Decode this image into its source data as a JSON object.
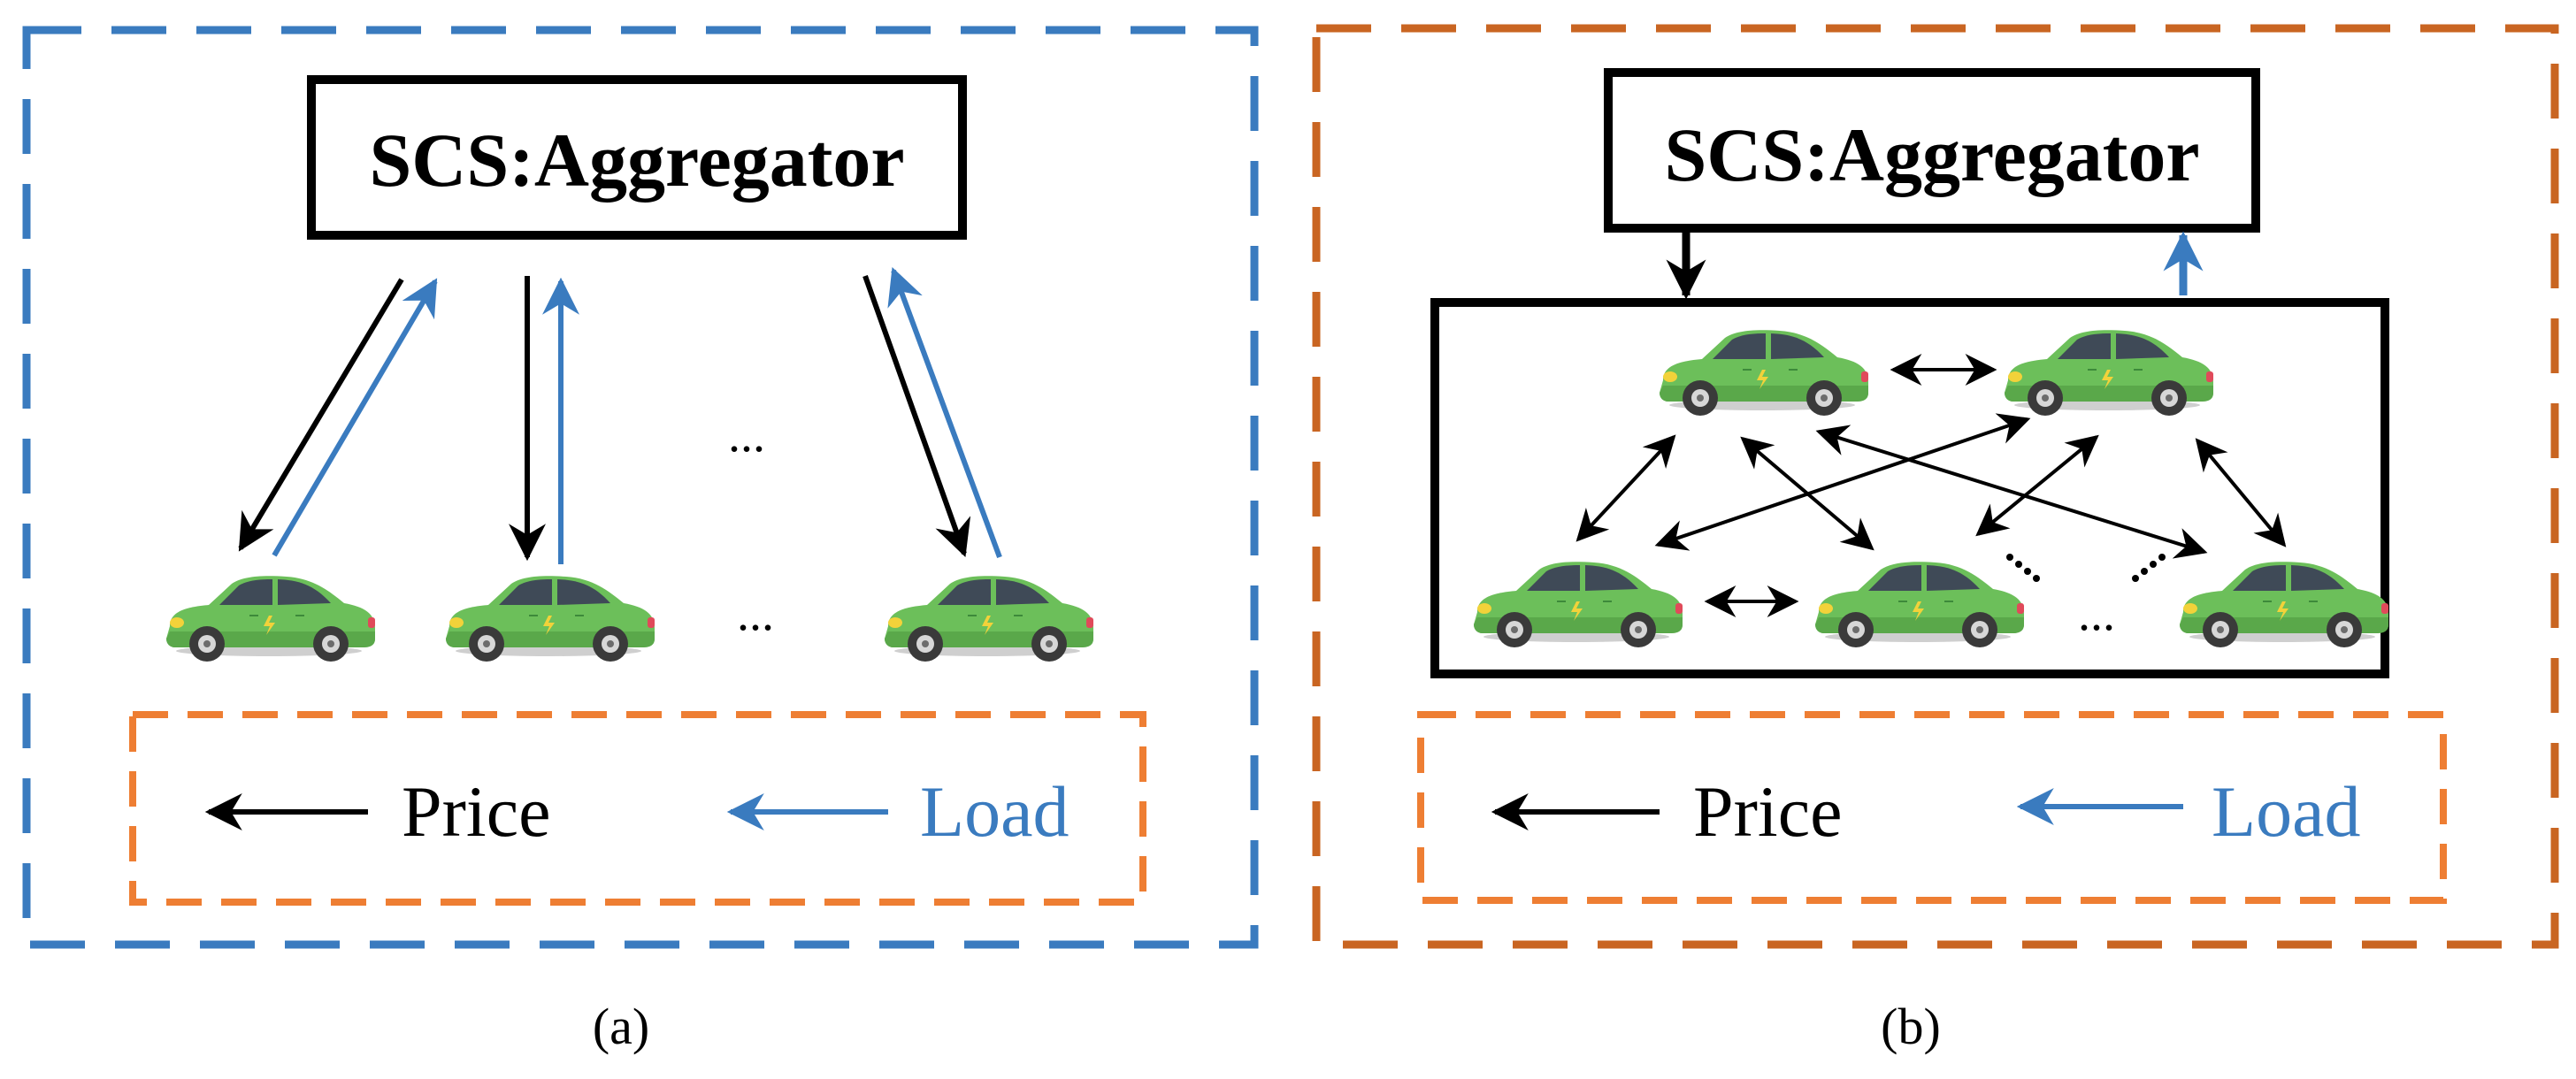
{
  "panels": {
    "a": {
      "aggregator_label": "SCS:Aggregator",
      "ellipsis_arrows": "...",
      "ellipsis_cars": "...",
      "legend": {
        "price": "Price",
        "load": "Load"
      },
      "caption": "(a)"
    },
    "b": {
      "aggregator_label": "SCS:Aggregator",
      "ellipsis_cars": "...",
      "legend": {
        "price": "Price",
        "load": "Load"
      },
      "caption": "(b)"
    }
  },
  "colors": {
    "blue": "#3a7bbf",
    "orange_panel": "#c96522",
    "orange_legend": "#ee7e33",
    "black": "#000000",
    "car_body": "#6cbf5a"
  }
}
